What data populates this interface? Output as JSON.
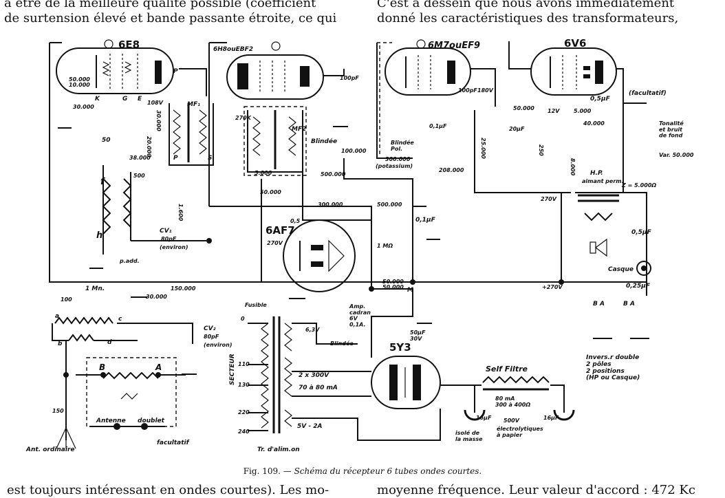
{
  "text": {
    "top_left": "à être de la meilleure qualité possible (coefficient\nde surtension élevé et bande passante étroite, ce qui",
    "top_right": "C'est à dessein que nous avons immédiatement\ndonné les caractéristiques des transformateurs,",
    "bottom_left": "est toujours intéressant en ondes courtes). Les mo-",
    "bottom_right": "moyenne fréquence. Leur valeur d'accord : 472 Kc"
  },
  "caption": {
    "figure": "Fig. 109. —",
    "title": "Schéma du récepteur 6 tubes ondes courtes."
  },
  "tubes": {
    "t1": "6E8",
    "t2": "6H8ouEBF2",
    "t3": "6M7ouEF9",
    "t4": "6V6",
    "t5": "6AF7",
    "t6": "5Y3"
  },
  "labels": {
    "r50000": "50.000",
    "r10000": "10.000",
    "r30000a": "30.000",
    "c50": "50",
    "r38000": "38.000",
    "c500": "500",
    "f": "f",
    "h": "h",
    "cv1": "CV₁",
    "cv1_val": "80pF",
    "cv1_note": "(environ)",
    "padd": "p.add.",
    "c100": "100",
    "r1m": "1 Mn.",
    "r30000b": "30.000",
    "r150000": "150.000",
    "mf1": "MF₁",
    "v108": "108V",
    "r20000": "20.000",
    "r30000c": "30.000",
    "r1600": "1.600",
    "mf2": "MF2",
    "blindee": "Blindée",
    "c100pf": "100pF",
    "r270k": "270K",
    "c5000": "5.000",
    "r50000b": "50.000",
    "r300000": "300.000",
    "r500000": "500.000",
    "r500000b": "500.000",
    "r100000": "100.000",
    "r300000b": "300.000",
    "potassium": "(potassium)",
    "c01": "0,1µF",
    "v270a": "270V",
    "c05a": "0,5",
    "r50000c": "50.000",
    "r1mb": "1 MΩ",
    "blindee_pol": "Blindée\nPol.",
    "c100pf2": "100pF",
    "v180": "180V",
    "c01b": "0,1µF",
    "r208000": "208.000",
    "r25000": "25.000",
    "r50000d": "50.000",
    "c20": "20µF",
    "r250": "250",
    "v12": "12V",
    "r8000": "8.000",
    "r5000": "5.000",
    "c05b": "0,5µF",
    "r40000": "40.000",
    "facultatif": "(facultatif)",
    "tonalite": "Tonalité\net bruit\nde fond",
    "var_50000": "Var. 50.000",
    "hp": "H.P.",
    "aimant": "aimant perm.",
    "z5000": "Z = 5.000Ω",
    "v270b": "270V",
    "casque": "Casque",
    "c05c": "0,5µF",
    "c025": "0,25µF",
    "b_a_1": "B    A",
    "b_a_2": "B    A",
    "inverseur": "Invers.r double\n2 pôles\n2 positions\n(HP ou Casque)",
    "v270c": "+270V",
    "c50000": "50.000",
    "m": "M",
    "amp_cadran": "Amp.\ncadran\n6V\n0,1A.",
    "c50mf": "50µF\n30V",
    "fusible": "Fusible",
    "v63": "6,3V",
    "blindee2": "Blindée",
    "secteur": "SECTEUR",
    "t0": "0",
    "t110": "110",
    "t130": "130",
    "t220": "220",
    "t240": "240",
    "hv": "2 x 300V",
    "hv_i": "70 à 80 mA",
    "fil": "5V - 2A",
    "tr": "Tr. d'alim.on",
    "self_filtre": "Self Filtre",
    "self_val": "80 mA\n300 à 400Ω",
    "c16a": "16µF",
    "c16b": "16µF",
    "v500": "500V",
    "electro": "électrolytiques\nà papier",
    "isole": "isolé de\nla masse",
    "coil_a": "a",
    "coil_b": "b",
    "coil_c": "c",
    "coil_d": "d",
    "cv2": "CV₂",
    "cv2_val": "80pF",
    "cv2_note": "(environ)",
    "cb": "B",
    "ca": "A",
    "c150": "150",
    "antenne": "Antenne",
    "doublet": "doublet",
    "facultatif2": "facultatif",
    "ant_ord": "Ant. ordinaire",
    "p": "P",
    "s": "S",
    "kp": "K",
    "gp": "G",
    "ep": "E",
    "pp": "P"
  }
}
